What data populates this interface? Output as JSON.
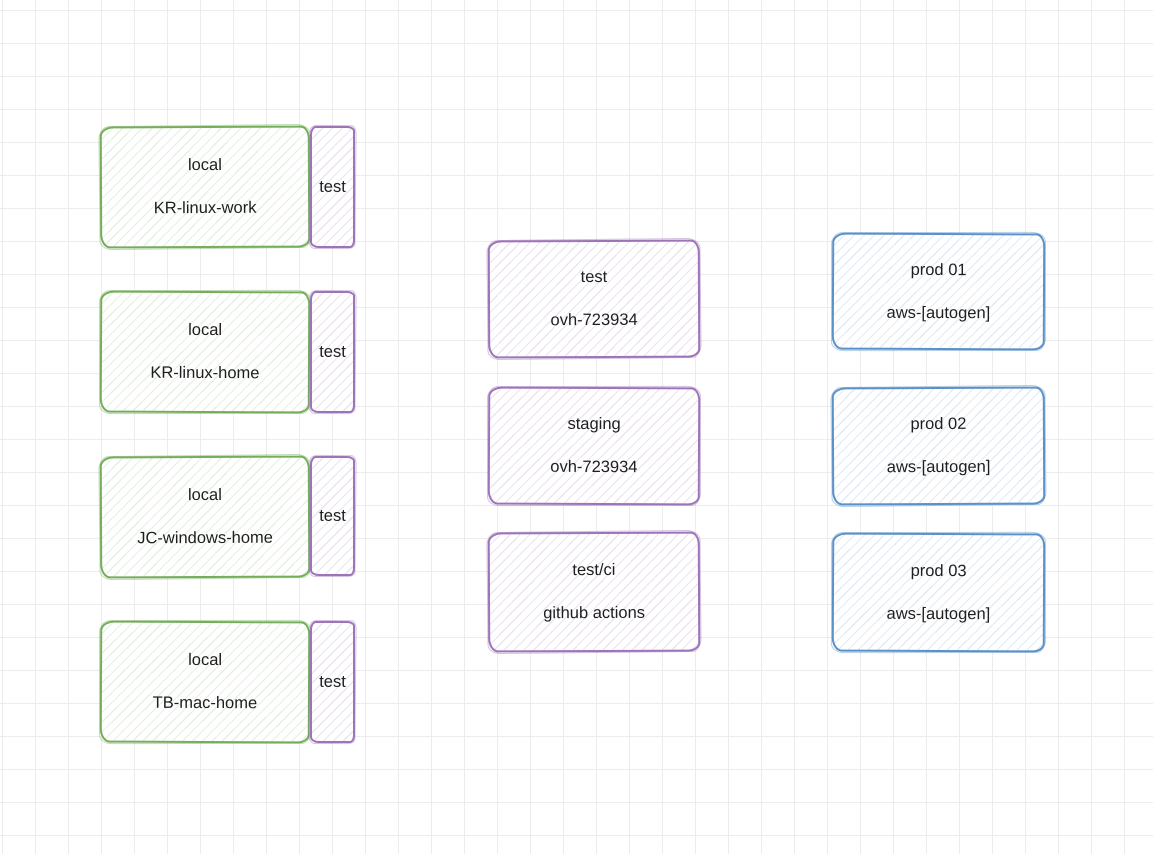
{
  "colors": {
    "green": "#75ad5b",
    "green-hatch": "#75ad5b30",
    "purple": "#9d74b8",
    "purple-hatch": "#9d74b832",
    "blue": "#5b90c8",
    "blue-hatch": "#5b90c82e",
    "text": "#1e1e1e",
    "grid": "#ececec"
  },
  "machines": [
    {
      "role": "local",
      "name": "KR-linux-work",
      "tag": "test"
    },
    {
      "role": "local",
      "name": "KR-linux-home",
      "tag": "test"
    },
    {
      "role": "local",
      "name": "JC-windows-home",
      "tag": "test"
    },
    {
      "role": "local",
      "name": "TB-mac-home",
      "tag": "test"
    }
  ],
  "environments": [
    {
      "role": "test",
      "name": "ovh-723934"
    },
    {
      "role": "staging",
      "name": "ovh-723934"
    },
    {
      "role": "test/ci",
      "name": "github actions"
    }
  ],
  "prod": [
    {
      "role": "prod 01",
      "name": "aws-[autogen]"
    },
    {
      "role": "prod 02",
      "name": "aws-[autogen]"
    },
    {
      "role": "prod 03",
      "name": "aws-[autogen]"
    }
  ]
}
